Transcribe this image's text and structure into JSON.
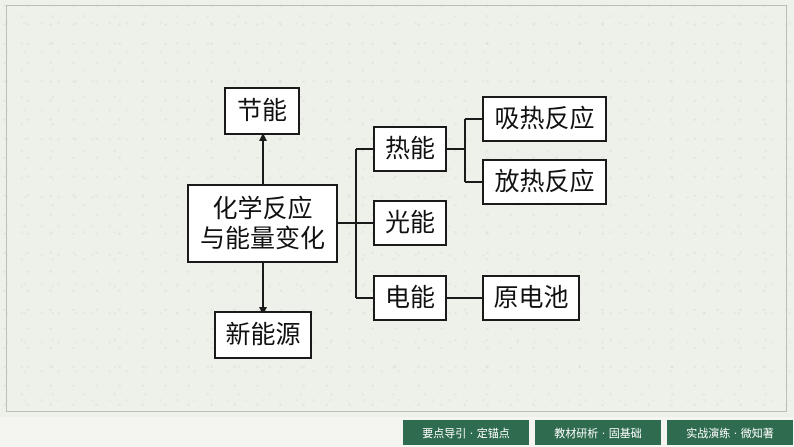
{
  "diagram": {
    "center": {
      "line1": "化学反应",
      "line2": "与能量变化"
    },
    "up_node": "节能",
    "down_node": "新能源",
    "branches": [
      {
        "label": "热能",
        "children": [
          "吸热反应",
          "放热反应"
        ]
      },
      {
        "label": "光能",
        "children": []
      },
      {
        "label": "电能",
        "children": [
          "原电池"
        ]
      }
    ]
  },
  "footer_nav": [
    {
      "label": "要点导引 · 定锚点"
    },
    {
      "label": "教材研析 · 固基础"
    },
    {
      "label": "实战演练 · 微知著"
    }
  ],
  "colors": {
    "background": "#eef0ea",
    "node_border": "#1a1a1a",
    "footer_button": "#2f6b4f",
    "footer_text": "#ffffff"
  }
}
